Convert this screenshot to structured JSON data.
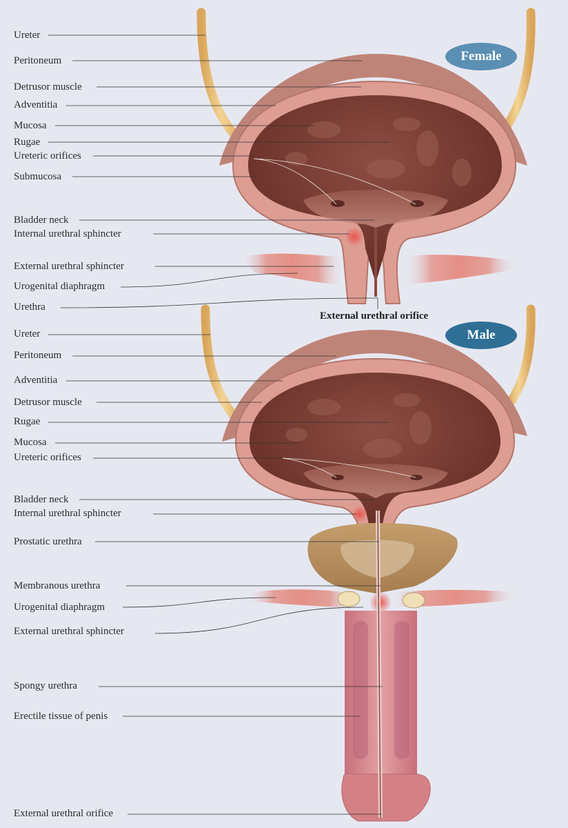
{
  "badges": {
    "female": {
      "label": "Female",
      "color": "#5b8fb3"
    },
    "male": {
      "label": "Male",
      "color": "#2f6f96"
    }
  },
  "female_labels": [
    "Ureter",
    "Peritoneum",
    "Detrusor muscle",
    "Adventitia",
    "Mucosa",
    "Rugae",
    "Ureteric orifices",
    "Submucosa",
    "Bladder neck",
    "Internal urethral sphincter",
    "External urethral sphincter",
    "Urogenital diaphragm",
    "Urethra"
  ],
  "female_caption": "External urethral orifice",
  "male_labels": [
    "Ureter",
    "Peritoneum",
    "Adventitia",
    "Detrusor muscle",
    "Rugae",
    "Mucosa",
    "Ureteric orifices",
    "Bladder neck",
    "Internal urethral sphincter",
    "Prostatic urethra",
    "Membranous urethra",
    "Urogenital diaphragm",
    "External urethral sphincter",
    "Spongy urethra",
    "Erectile tissue of penis",
    "External urethral orifice"
  ],
  "colors": {
    "background": "#e6e8f1",
    "ureter": "#e8bf78",
    "peritoneum": "#bf8478",
    "wall": "#dd9d93",
    "lumen": "#7a3c33",
    "prostate": "#b59062",
    "sphincter": "#e1675f",
    "penis": "#d4858e"
  }
}
